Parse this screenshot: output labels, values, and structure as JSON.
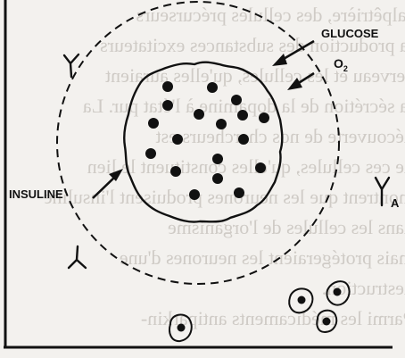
{
  "figure": {
    "labels": {
      "glucose": "GLUCOSE",
      "oxygen_main": "O",
      "oxygen_sub": "2",
      "insuline": "INSULINE",
      "antibody": "A"
    },
    "islet_dot_count": 17,
    "outside_cell_count": 4,
    "colors": {
      "ink": "#111111",
      "paper": "#f3f1ee",
      "bleed_text": "#cfcbc6"
    }
  },
  "bleed_through": {
    "lines": [
      "salpêtrière, des cellules précurseurs",
      "la production des substances excitateurs",
      "cerveau et les cellules, qu'elles auraient",
      "la sécrétion de la dopamine à l'état pur. La",
      "découverte de nos chercheurs est",
      "de ces cellules, qu'elles constituent le lien",
      "montrent que les neurones produisent l'insuline",
      "dans les cellules de l'organisme",
      "mais protégeraient les neurones d'une",
      "destruction.",
      "",
      "Parmi les médicaments antiparkin-"
    ]
  }
}
